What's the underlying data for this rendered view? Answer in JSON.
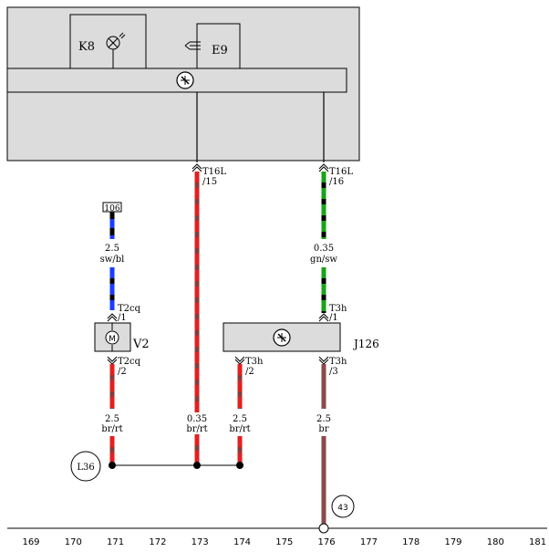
{
  "components": {
    "k8": {
      "label": "K8"
    },
    "e9": {
      "label": "E9"
    },
    "v2": {
      "label": "V2",
      "symbol": "M"
    },
    "j126": {
      "label": "J126"
    }
  },
  "connectors": {
    "t16l_15": {
      "name": "T16L",
      "pin": "/15"
    },
    "t16l_16": {
      "name": "T16L",
      "pin": "/16"
    },
    "t2cq_1": {
      "name": "T2cq",
      "pin": "/1"
    },
    "t2cq_2": {
      "name": "T2cq",
      "pin": "/2"
    },
    "t3h_1": {
      "name": "T3h",
      "pin": "/1"
    },
    "t3h_2": {
      "name": "T3h",
      "pin": "/2"
    },
    "t3h_3": {
      "name": "T3h",
      "pin": "/3"
    }
  },
  "wires": {
    "sw_bl": {
      "gauge": "2.5",
      "color": "sw/bl"
    },
    "gn_sw": {
      "gauge": "0.35",
      "color": "gn/sw"
    },
    "br_rt_171": {
      "gauge": "2.5",
      "color": "br/rt"
    },
    "br_rt_173": {
      "gauge": "0.35",
      "color": "br/rt"
    },
    "br_rt_174": {
      "gauge": "2.5",
      "color": "br/rt"
    },
    "br_176": {
      "gauge": "2.5",
      "color": "br"
    }
  },
  "references": {
    "ref_106": "106",
    "ground_l36": "L36",
    "ground_43": "43"
  },
  "scale": [
    "169",
    "170",
    "171",
    "172",
    "173",
    "174",
    "175",
    "176",
    "177",
    "178",
    "179",
    "180",
    "181"
  ],
  "colors": {
    "brown_red_base": "#8b3a3a",
    "red_stripe": "#e32020",
    "brown_base": "#8b4a4a",
    "blue": "#1a3cff",
    "green": "#17a317",
    "black": "#000000",
    "box_fill": "#dcdcdc"
  }
}
